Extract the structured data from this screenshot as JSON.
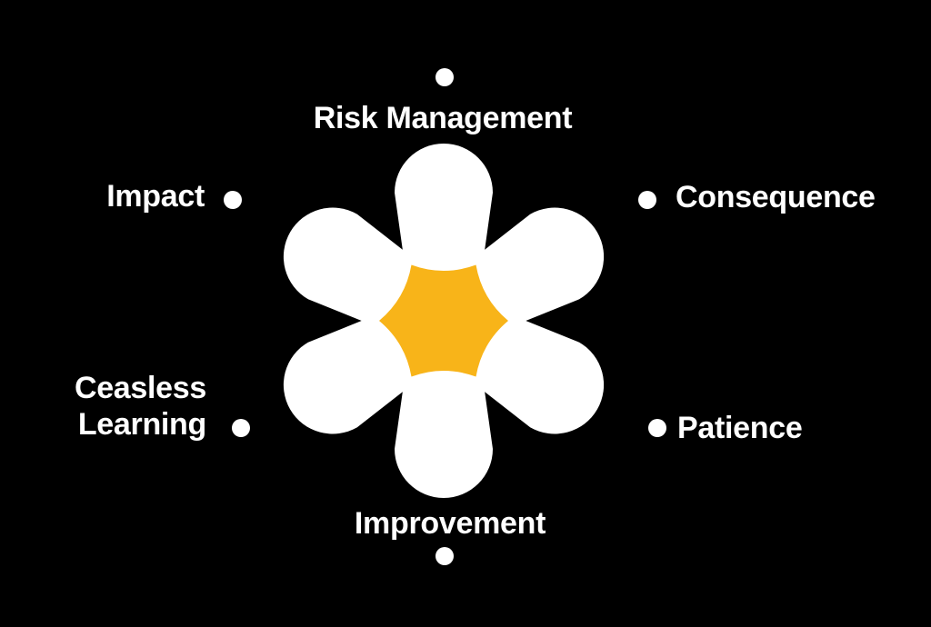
{
  "canvas": {
    "background": "#000000",
    "text_color": "#ffffff",
    "bullet_color": "#ffffff"
  },
  "flower": {
    "description": "six-petal flower",
    "petal_color": "#ffffff",
    "center_color": "#f8b419",
    "petal_count": 6
  },
  "items": [
    {
      "id": "risk-management",
      "label": "Risk Management",
      "bullet": "above"
    },
    {
      "id": "consequence",
      "label": "Consequence",
      "bullet": "left"
    },
    {
      "id": "impact",
      "label": "Impact",
      "bullet": "right"
    },
    {
      "id": "ceasless-learning",
      "label": "Ceasless\nLearning",
      "bullet": "right"
    },
    {
      "id": "patience",
      "label": "Patience",
      "bullet": "left"
    },
    {
      "id": "improvement",
      "label": "Improvement",
      "bullet": "below"
    }
  ]
}
